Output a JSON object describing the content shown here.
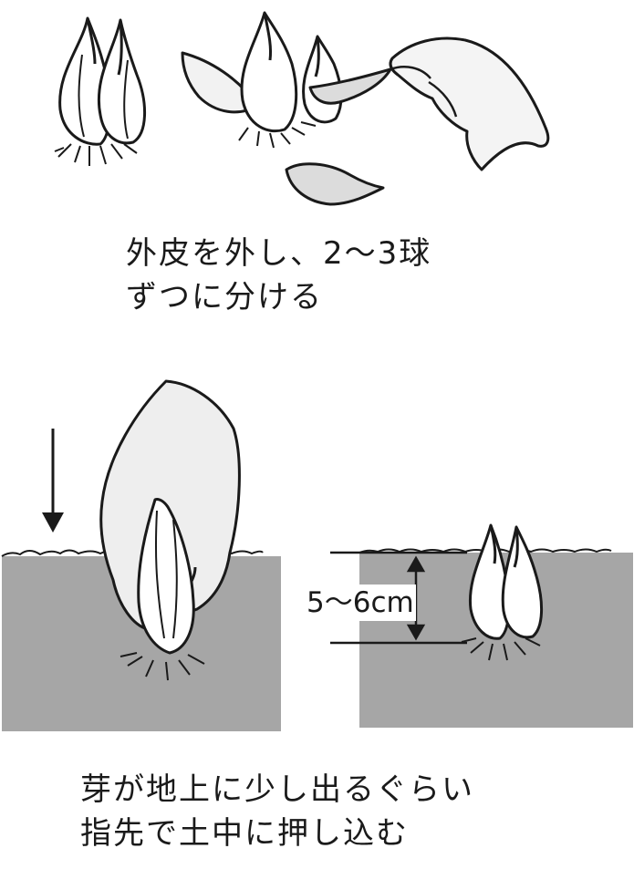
{
  "captions": {
    "step1_line1": "外皮を外し、2〜3球",
    "step1_line2": "ずつに分ける",
    "step2_line1": "芽が地上に少し出るぐらい",
    "step2_line2": "指先で土中に押し込む"
  },
  "depth": {
    "label": "5〜6cm"
  },
  "colors": {
    "soil": "#a6a6a6",
    "line": "#1a1a1a",
    "skin": "#ffffff",
    "hand_shade": "#eeeeee"
  }
}
